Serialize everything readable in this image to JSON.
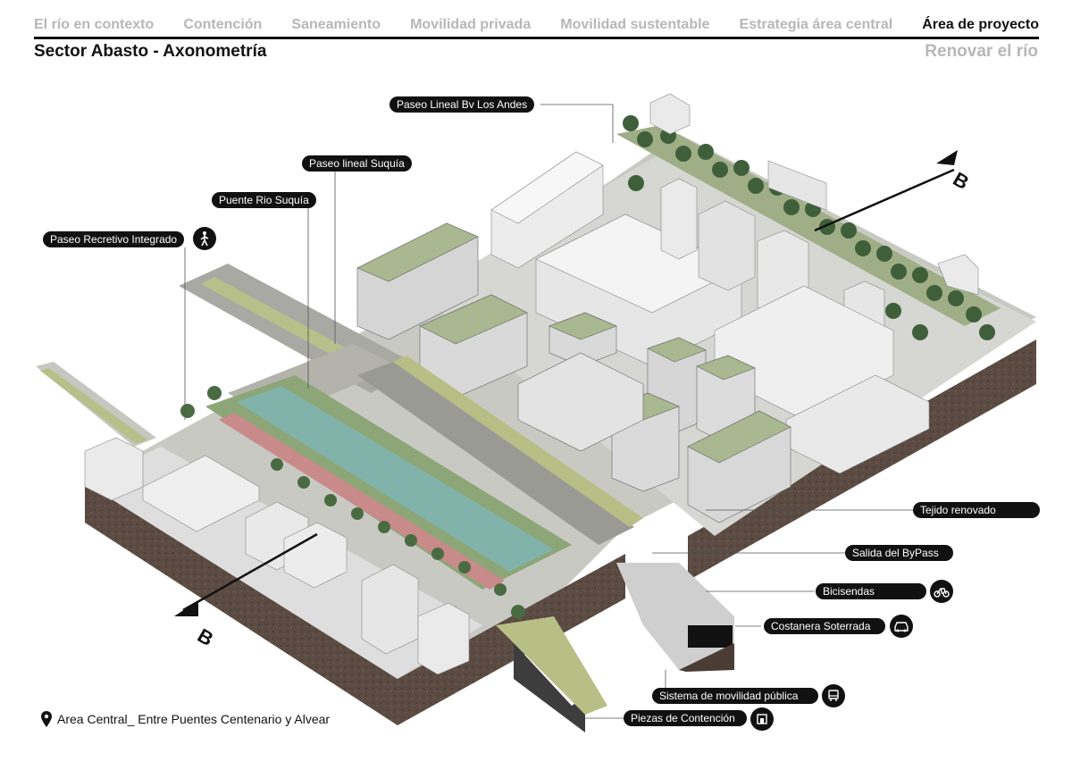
{
  "nav": {
    "items": [
      {
        "label": "El río en contexto"
      },
      {
        "label": "Contención"
      },
      {
        "label": "Saneamiento"
      },
      {
        "label": "Movilidad privada"
      },
      {
        "label": "Movilidad sustentable"
      },
      {
        "label": "Estrategia área central"
      },
      {
        "label": "Área de proyecto",
        "active": true
      }
    ]
  },
  "header": {
    "title": "Sector Abasto - Axonometría",
    "subtitle": "Renovar el río"
  },
  "labels": {
    "paseo_lineal_andes": "Paseo Lineal Bv Los Andes",
    "paseo_lineal_suquia": "Paseo lineal Suquía",
    "puente_rio": "Puente Rio Suquía",
    "paseo_recreativo": "Paseo Recretivo Integrado",
    "tejido": "Tejido renovado",
    "salida_bypass": "Salida del ByPass",
    "bicisendas": "Bicisendas",
    "costanera": "Costanera Soterrada",
    "sistema_movilidad": "Sistema de movilidad pública",
    "piezas": "Piezas de Contención"
  },
  "section": {
    "marker_top": "B",
    "marker_bottom": "B"
  },
  "footer": {
    "location": "Area Central_ Entre Puentes Centenario y Alvear"
  },
  "icons": {
    "pedestrian": "pedestrian-icon",
    "bicycle": "bicycle-icon",
    "car": "car-icon",
    "bus": "bus-icon",
    "containment": "containment-icon",
    "location": "location-pin-icon"
  },
  "colors": {
    "label_bg": "#111111",
    "nav_inactive": "#b7b7b7",
    "green_roof": "#a9b890",
    "soil": "#5a4a42",
    "water": "#7fb5b0",
    "bike_path": "#c98a8a"
  }
}
